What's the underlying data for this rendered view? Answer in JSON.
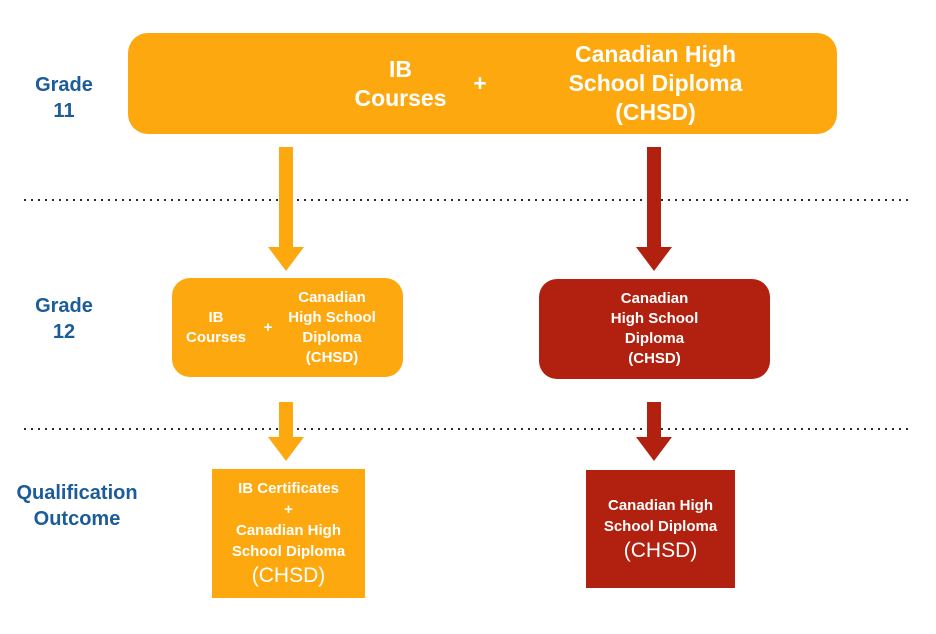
{
  "colors": {
    "orange": "#FCA80E",
    "red": "#B2210F",
    "blue": "#1C5C98",
    "dot": "#2B2B2B",
    "text_on_box": "#FFFFFF"
  },
  "row_labels": {
    "grade11": "Grade\n11",
    "grade12": "Grade\n12",
    "outcome": "Qualification\nOutcome"
  },
  "grade11_row": {
    "box": {
      "ib": "IB\nCourses",
      "plus": "+",
      "chsd": "Canadian High\nSchool Diploma\n(CHSD)"
    }
  },
  "grade12_row": {
    "ib_box": {
      "ib": "IB\nCourses",
      "plus": "+",
      "chsd": "Canadian\nHigh School\nDiploma\n(CHSD)"
    },
    "chsd_box": {
      "text": "Canadian\nHigh School\nDiploma\n(CHSD)"
    }
  },
  "outcome_row": {
    "ib_box": {
      "bold": "IB Certificates\n+\nCanadian High\nSchool Diploma",
      "chsd": "(CHSD)"
    },
    "chsd_box": {
      "bold": "Canadian High\nSchool Diploma",
      "chsd": "(CHSD)"
    }
  }
}
